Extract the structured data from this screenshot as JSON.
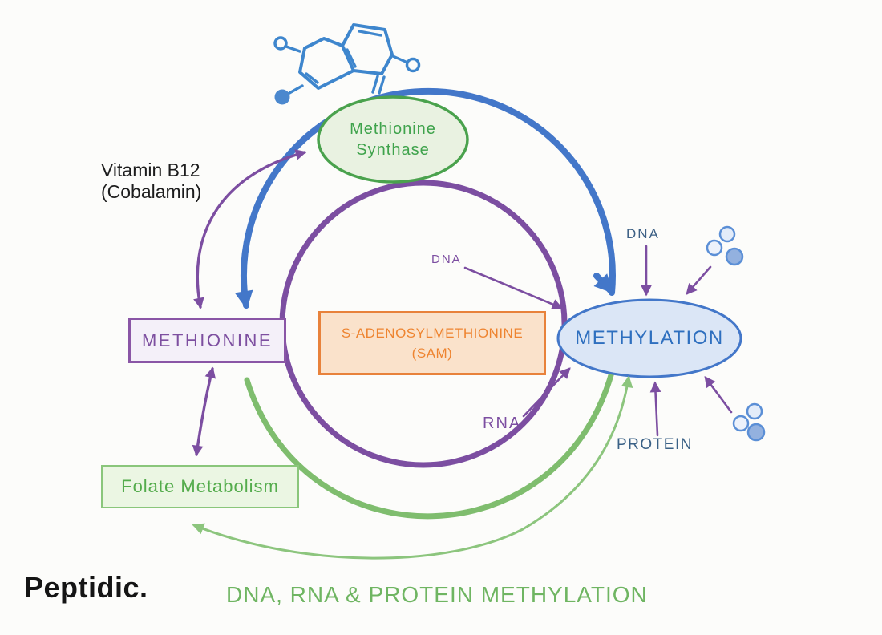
{
  "colors": {
    "purple": "#7C4EA1",
    "blue": "#4377C9",
    "green": "#7FBD6E",
    "green_dark": "#4AA24D",
    "orange": "#E8823B",
    "navy": "#3A6186",
    "ink": "#1D1D1D",
    "brand_green": "#6FB562"
  },
  "nodes": {
    "methionine_synthase": {
      "line1": "Methionine",
      "line2": "Synthase"
    },
    "methionine": {
      "label": "METHIONINE"
    },
    "sam": {
      "line1": "S-ADENOSYLMETHIONINE",
      "line2": "(SAM)"
    },
    "methylation": {
      "label": "METHYLATION"
    },
    "folate": {
      "label": "Folate Metabolism"
    }
  },
  "labels": {
    "vitamin_b12": {
      "line1": "Vitamin B12",
      "line2": "(Cobalamin)"
    },
    "dna_inner": "DNA",
    "rna": "RNA",
    "dna_top": "DNA",
    "protein": "PROTEIN"
  },
  "footer": {
    "brand": "Peptidic.",
    "title": "DNA, RNA & PROTEIN METHYLATION"
  },
  "icons": {
    "molecule": "quinone-molecule-icon",
    "cluster_top": "methyl-group-cluster-icon",
    "cluster_bottom": "methyl-group-cluster-icon"
  }
}
